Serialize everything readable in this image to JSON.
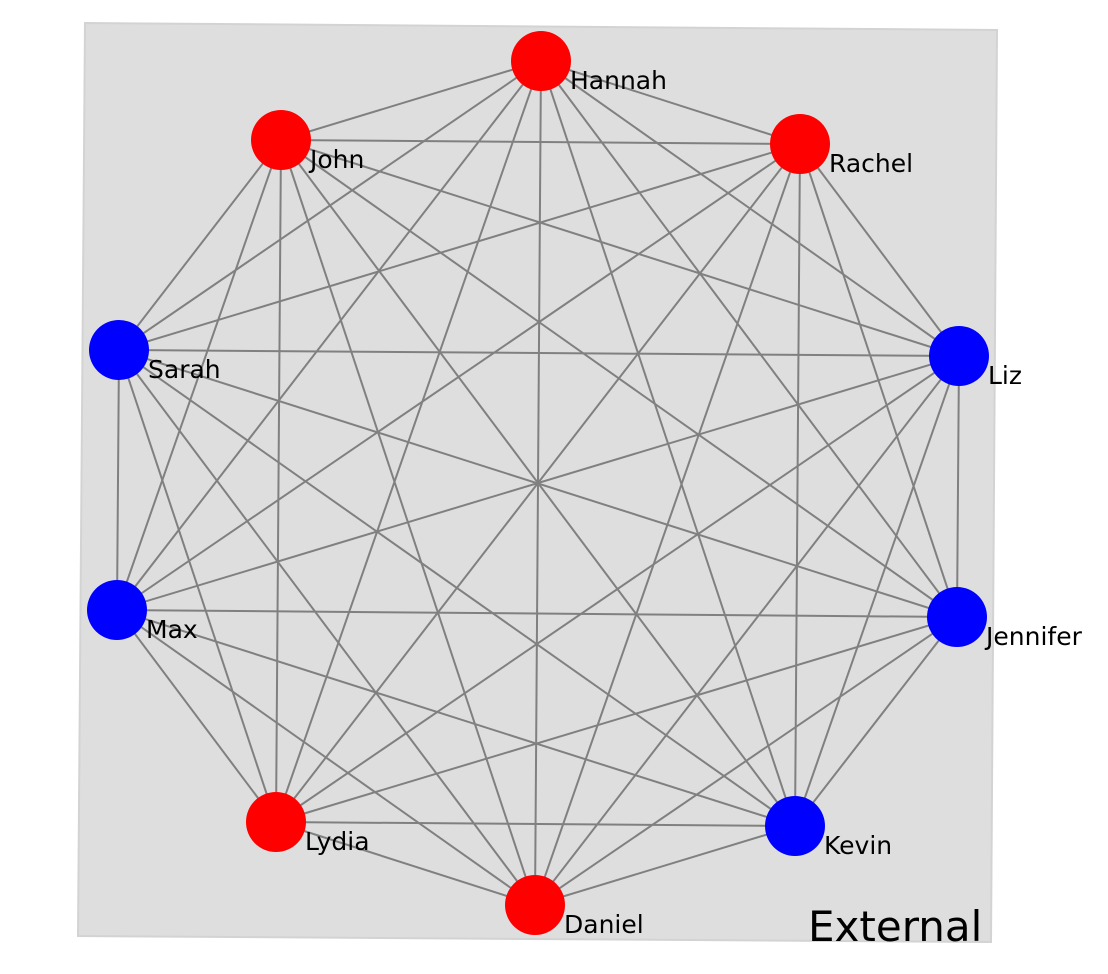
{
  "diagram": {
    "panel_label": "External",
    "node_colors": {
      "red": "#ff0000",
      "blue": "#0000ff"
    },
    "edge_color": "#808080",
    "background_color": "#dedede",
    "nodes": [
      {
        "id": "hannah",
        "label": "Hannah",
        "color": "red"
      },
      {
        "id": "rachel",
        "label": "Rachel",
        "color": "red"
      },
      {
        "id": "liz",
        "label": "Liz",
        "color": "blue"
      },
      {
        "id": "jennifer",
        "label": "Jennifer",
        "color": "blue"
      },
      {
        "id": "kevin",
        "label": "Kevin",
        "color": "blue"
      },
      {
        "id": "daniel",
        "label": "Daniel",
        "color": "red"
      },
      {
        "id": "lydia",
        "label": "Lydia",
        "color": "red"
      },
      {
        "id": "max",
        "label": "Max",
        "color": "blue"
      },
      {
        "id": "sarah",
        "label": "Sarah",
        "color": "blue"
      },
      {
        "id": "john",
        "label": "John",
        "color": "red"
      }
    ],
    "edges": "complete"
  }
}
